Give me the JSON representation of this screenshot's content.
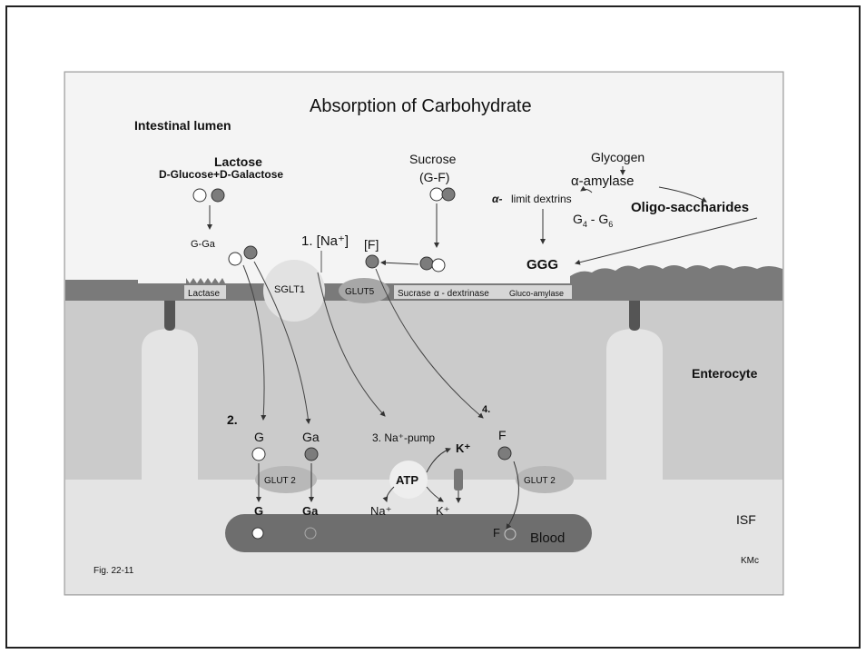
{
  "title": "Absorption of Carbohydrate",
  "regions": {
    "lumen": "Intestinal lumen",
    "enterocyte": "Enterocyte",
    "isf": "ISF",
    "blood": "Blood"
  },
  "substrates": {
    "lactose": "Lactose",
    "lactose_sub": "D-Glucose+D-Galactose",
    "sucrose": "Sucrose",
    "sucrose_sub": "(G-F)",
    "glycogen": "Glycogen",
    "amylase": "α-amylase",
    "limit_dextrins": "limit dextrins",
    "alpha_symbol": "α-",
    "oligo": "Oligo-saccharides",
    "g4g6_a": "G",
    "g4g6_sub1": "4",
    "g4g6_mid": " - G",
    "g4g6_sub2": "6",
    "ggg": "GGG",
    "gga": "G-Ga",
    "f_bracket": "[F]"
  },
  "steps": {
    "step1": "1. [Na⁺]",
    "step2": "2.",
    "step3": "3. Na⁺-pump",
    "step4": "4."
  },
  "transporters": {
    "lactase": "Lactase",
    "sglt1": "SGLT1",
    "glut5": "GLUT5",
    "sucrase": "Sucrase",
    "alpha_dextrinase": "α - dextrinase",
    "glucoamylase": "Gluco-amylase",
    "glut2_left": "GLUT 2",
    "glut2_right": "GLUT 2",
    "atp": "ATP"
  },
  "ions": {
    "k_top": "K⁺",
    "k_bottom": "K⁺",
    "na_bottom": "Na⁺"
  },
  "sugars": {
    "g_enterocyte": "G",
    "ga_enterocyte": "Ga",
    "f_enterocyte": "F",
    "g_isf": "G",
    "ga_isf": "Ga",
    "f_blood": "F"
  },
  "footer": {
    "fig": "Fig. 22-11",
    "author": "KMc"
  },
  "colors": {
    "lumen_bg": "#f4f4f4",
    "cell_bg": "#cbcbcb",
    "isf_bg": "#e3e3e3",
    "membrane": "#7a7a7a",
    "blood": "#6e6e6e",
    "dark_circle": "#7c7c7c",
    "light_circle": "#ffffff"
  }
}
